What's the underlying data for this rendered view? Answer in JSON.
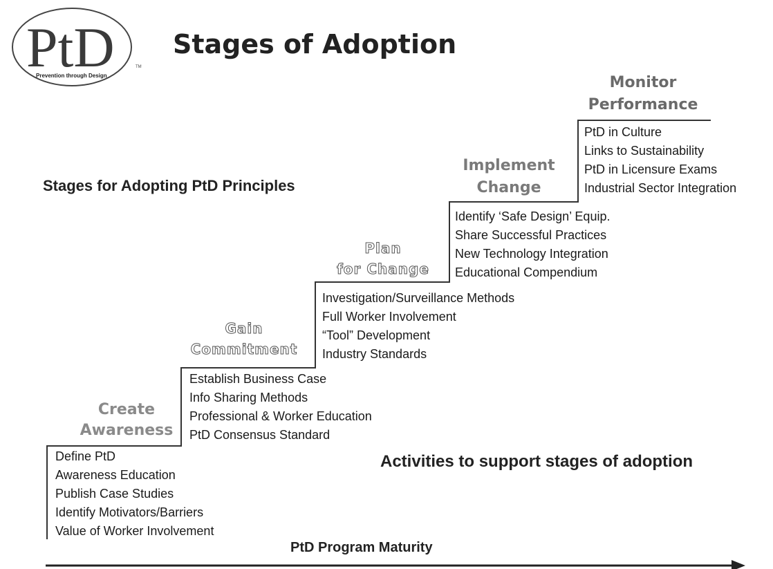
{
  "header": {
    "title": "Stages of Adoption",
    "subtitle": "Stages for Adopting PtD Principles"
  },
  "logo": {
    "mark": "PtD",
    "tagline": "Prevention through Design",
    "trademark": "TM"
  },
  "stages": [
    {
      "heading": [
        "Create",
        "Awareness"
      ],
      "color": "#8a8a8a",
      "activities": [
        "Define PtD",
        "Awareness Education",
        "Publish Case Studies",
        "Identify Motivators/Barriers",
        "Value of Worker Involvement"
      ]
    },
    {
      "heading": [
        "Gain",
        "Commitment"
      ],
      "color": "#ffffff",
      "activities": [
        "Establish Business Case",
        "Info Sharing Methods",
        "Professional & Worker Education",
        "PtD Consensus Standard"
      ]
    },
    {
      "heading": [
        "Plan",
        "for Change"
      ],
      "color": "#ffffff",
      "activities": [
        "Investigation/Surveillance Methods",
        "Full Worker Involvement",
        "“Tool” Development",
        "Industry Standards"
      ]
    },
    {
      "heading": [
        "Implement",
        "Change"
      ],
      "color": "#7a7a7a",
      "activities": [
        "Identify ‘Safe Design’ Equip.",
        "Share Successful Practices",
        "New Technology Integration",
        "Educational Compendium"
      ]
    },
    {
      "heading": [
        "Monitor",
        "Performance"
      ],
      "color": "#6a6a6a",
      "activities": [
        "PtD in Culture",
        "Links to Sustainability",
        "PtD in Licensure Exams",
        "Industrial Sector Integration"
      ]
    }
  ],
  "captions": {
    "activities": "Activities to support stages of adoption",
    "axis": "PtD Program Maturity"
  }
}
